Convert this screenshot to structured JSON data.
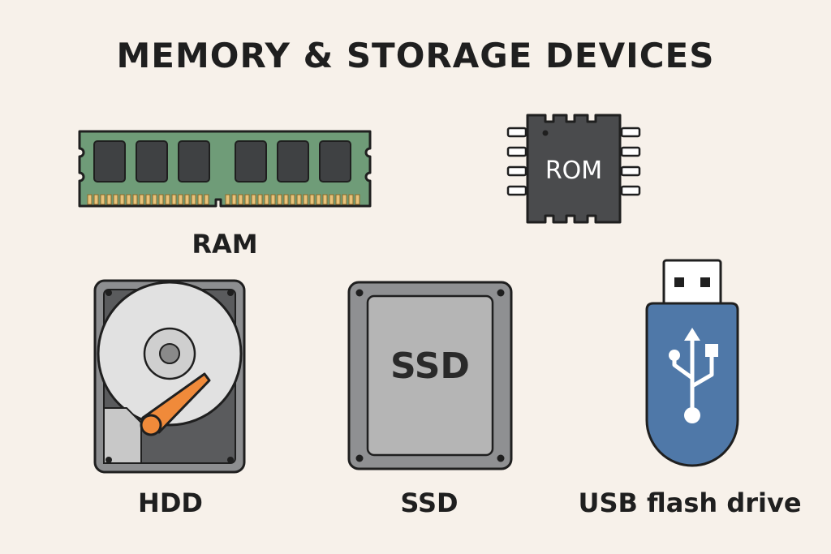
{
  "title": "MEMORY & STORAGE DEVICES",
  "devices": {
    "ram": {
      "label": "RAM"
    },
    "rom": {
      "chip_text": "ROM"
    },
    "hdd": {
      "label": "HDD"
    },
    "ssd": {
      "label": "SSD",
      "body_text": "SSD"
    },
    "usb": {
      "label": "USB flash drive"
    }
  },
  "icons": [
    "ram-module-icon",
    "rom-chip-icon",
    "hard-disk-drive-icon",
    "solid-state-drive-icon",
    "usb-flash-drive-icon",
    "usb-symbol-icon"
  ],
  "colors": {
    "background": "#f7f1ea",
    "ram_board": "#6f9c78",
    "ram_contacts": "#e8c27a",
    "chip_body": "#4a4b4d",
    "hdd_arm": "#f08a3a",
    "ssd_body": "#a9a9a9",
    "usb_body": "#4f78a8"
  }
}
